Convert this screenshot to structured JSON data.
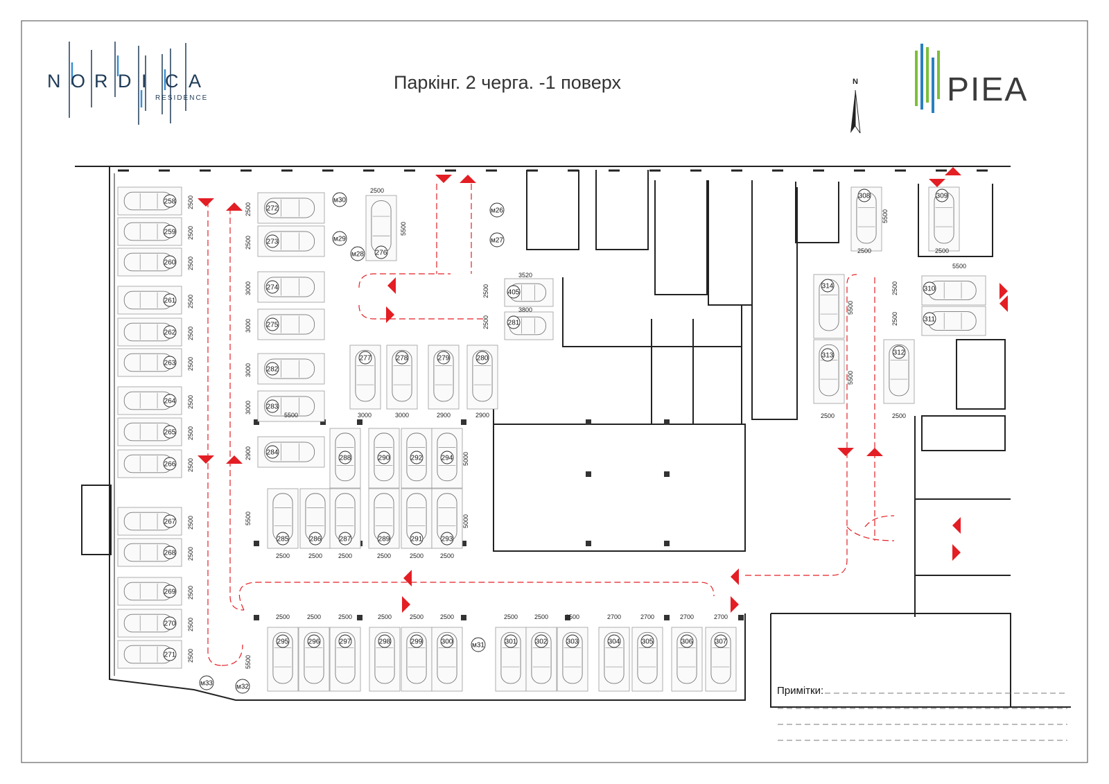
{
  "header": {
    "title": "Паркінг. 2 черга. -1 поверх",
    "north_label": "N"
  },
  "brand_left": {
    "letters": [
      "N",
      "O",
      "R",
      "D",
      "I",
      "C",
      "A"
    ],
    "sub": "RESIDENCE",
    "color": "#1f3b57",
    "accent": "#3a8fd0"
  },
  "brand_right": {
    "name": "PIEA",
    "color_dark": "#3b3b3b",
    "color_green": "#7bbf3a",
    "color_blue": "#2a7fc0"
  },
  "notes": {
    "label": "Примітки:"
  },
  "colors": {
    "arrow": "#e31e24",
    "route": "#e31e24",
    "wall": "#222222",
    "stall": "#9a9a9a"
  },
  "plan": {
    "spots_left": [
      "258",
      "259",
      "260",
      "261",
      "262",
      "263",
      "264",
      "265",
      "266",
      "267",
      "268",
      "269",
      "270",
      "271"
    ],
    "spots_upper": [
      "272",
      "273",
      "274",
      "275",
      "282",
      "283",
      "284"
    ],
    "moto": [
      "м30",
      "м29",
      "м28",
      "м26",
      "м27",
      "м31",
      "м32",
      "м33"
    ],
    "spot_276": "276",
    "spots_mid": [
      "277",
      "278",
      "279",
      "280"
    ],
    "spots_grid_top": [
      "288",
      "290",
      "292",
      "294"
    ],
    "spots_grid_bottom": [
      "285",
      "286",
      "287",
      "289",
      "291",
      "293"
    ],
    "spots_bottom": [
      "295",
      "296",
      "297",
      "298",
      "299",
      "300",
      "301",
      "302",
      "303",
      "304",
      "305",
      "306",
      "307"
    ],
    "spots_right": [
      "405",
      "281",
      "308",
      "309",
      "310",
      "311",
      "312",
      "313",
      "314"
    ],
    "dims": {
      "d2500": "2500",
      "d3000": "3000",
      "d5500": "5500",
      "d2900": "2900",
      "d2700": "2700",
      "d5000": "5000",
      "d3520": "3520",
      "d3800": "3800"
    }
  }
}
